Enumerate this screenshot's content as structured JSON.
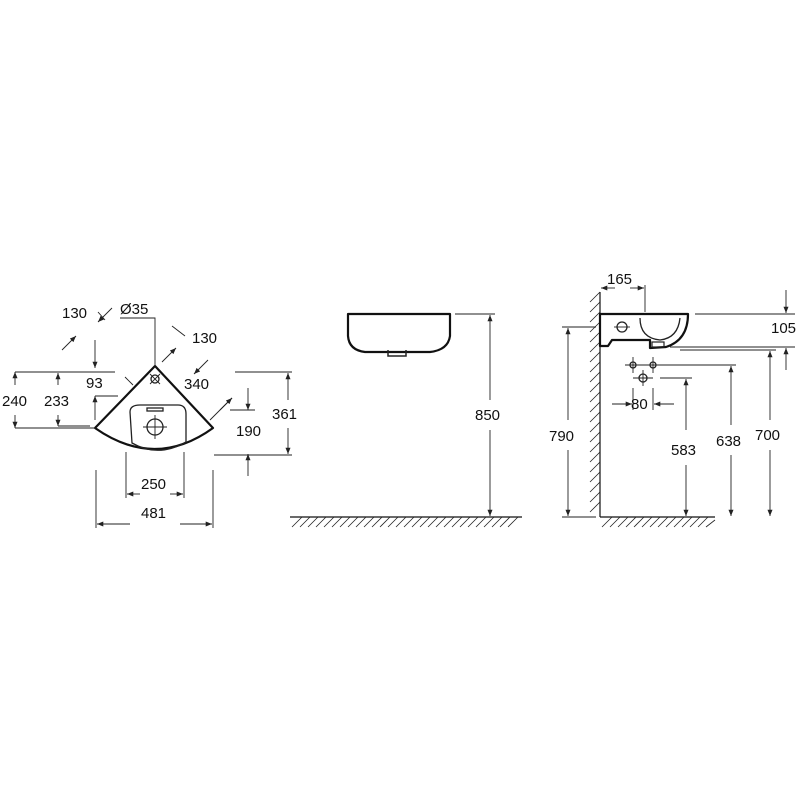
{
  "plan_view": {
    "dims": {
      "d130_left": "130",
      "d35": "Ø35",
      "d130_right": "130",
      "d93": "93",
      "d340": "340",
      "d240": "240",
      "d233": "233",
      "d361": "361",
      "d190": "190",
      "d250": "250",
      "d481": "481"
    }
  },
  "front_view": {
    "dims": {
      "d850": "850"
    }
  },
  "side_view": {
    "dims": {
      "d165": "165",
      "d105": "105",
      "d790": "790",
      "d80": "80",
      "d583": "583",
      "d638": "638",
      "d700": "700"
    }
  }
}
